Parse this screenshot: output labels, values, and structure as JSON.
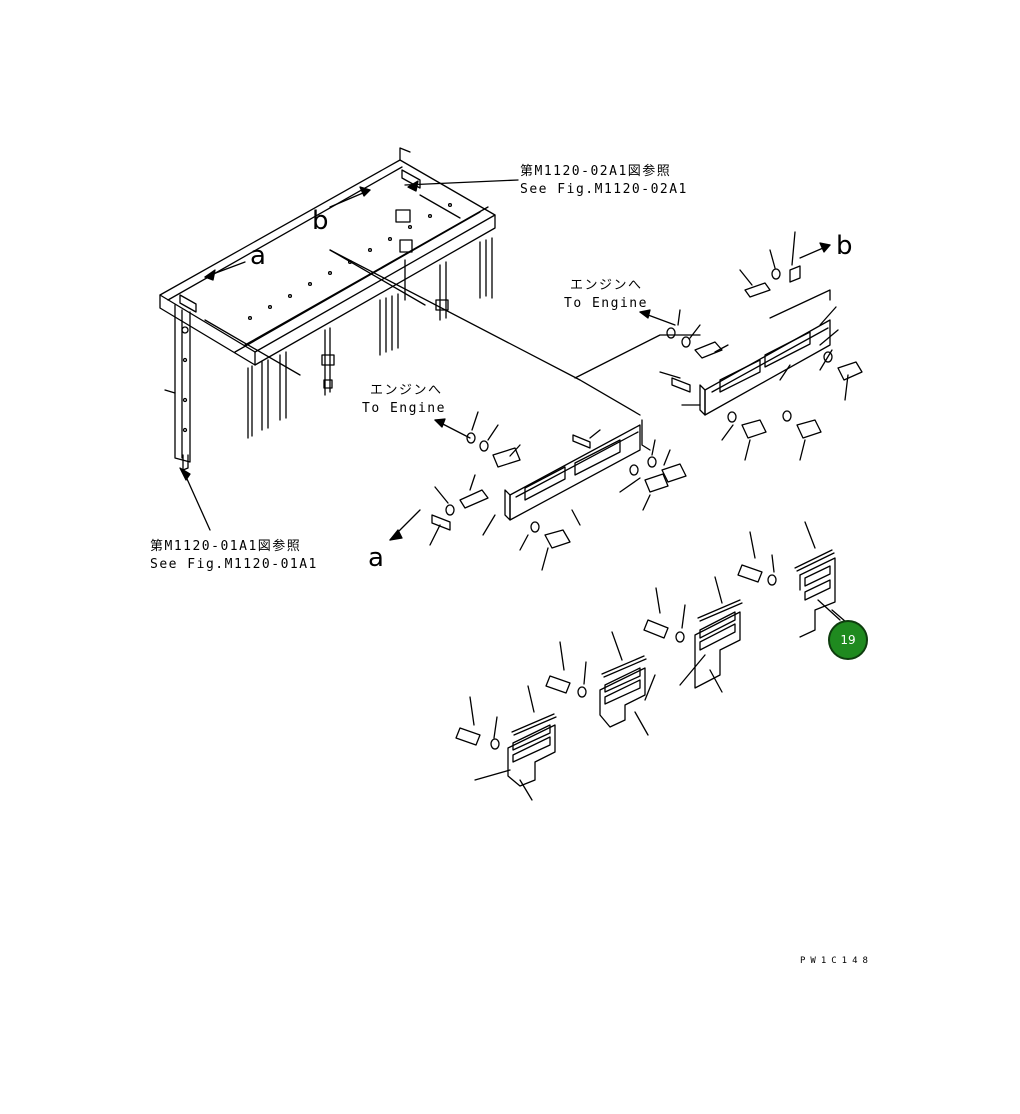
{
  "refs": {
    "top_ref_ja": "第M1120-02A1図参照",
    "top_ref_en": "See Fig.M1120-02A1",
    "bottom_ref_ja": "第M1120-01A1図参照",
    "bottom_ref_en": "See Fig.M1120-01A1"
  },
  "engine_labels": {
    "right_ja": "エンジンへ",
    "right_en": "To Engine",
    "left_ja": "エンジンへ",
    "left_en": "To Engine"
  },
  "markers": {
    "a_top": "a",
    "b_top": "b",
    "b_right": "b",
    "a_left": "a"
  },
  "callout": {
    "label": "19",
    "color": "#1f8a1f"
  },
  "drawing_code": "PW1C148"
}
